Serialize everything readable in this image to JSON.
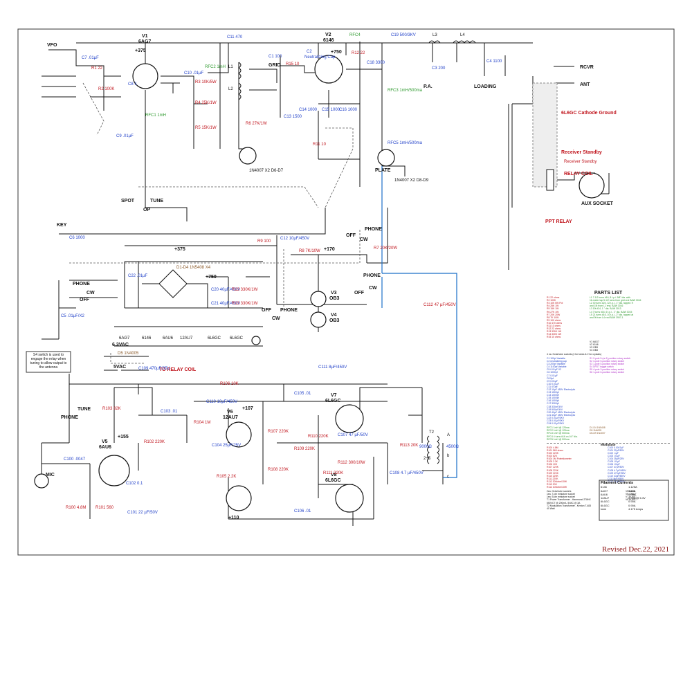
{
  "revised": "Revised Dec.22, 2021",
  "headings": {
    "vfo": "VFO",
    "key": "KEY",
    "spot": "SPOT",
    "tune": "TUNE",
    "op": "OP",
    "rcvr": "RCVR",
    "ant": "ANT",
    "loading": "LOADING",
    "pa": "P.A.",
    "relay_coil": "RELAY COIL",
    "aux_socket": "AUX SOCKET",
    "ppt_relay": "PPT RELAY",
    "to_relay_coil": "TO RELAY COIL",
    "mic": "MIC",
    "phone": "PHONE",
    "cw": "CW",
    "off": "OFF",
    "cathode_ground": "6L6GC Cathode Ground",
    "receiver_standby": "Receiver Standby",
    "grid": "GRID",
    "plate": "PLATE",
    "neutralizing": "Neutralizing Cap",
    "s4_note": "S4 switch is used to engage the relay when tuning to allow output to the antenna",
    "six_three_vac": "6.3VAC",
    "five_vac": "5VAC"
  },
  "tubes": [
    {
      "ref": "V1",
      "type": "6AG7",
      "b": "+375"
    },
    {
      "ref": "V2",
      "type": "6146",
      "b": "+750"
    },
    {
      "ref": "V3",
      "type": "OB3",
      "b": ""
    },
    {
      "ref": "V4",
      "type": "OB3",
      "b": ""
    },
    {
      "ref": "V5",
      "type": "6AU6",
      "b": "+155"
    },
    {
      "ref": "V6",
      "type": "12AU7",
      "b": "+107"
    },
    {
      "ref": "V7",
      "type": "6L6GC",
      "b": ""
    },
    {
      "ref": "V8",
      "type": "6L6GC",
      "b": ""
    }
  ],
  "rails": {
    "b375": "+375",
    "b750": "+750",
    "b170": "+170",
    "b110": "+110"
  },
  "components": {
    "c11": "C11 470",
    "c19": "C19 500/3KV",
    "rfc4": "RFC4",
    "r12": "R12 22",
    "r1": "R1 22",
    "r2": "R2 100K",
    "c7": "C7 .01µF",
    "c8": "C8 1",
    "c9": "C9 .01µF",
    "rfc1": "RFC1 1mH",
    "rfc2": "RFC2 1mH",
    "rfc3": "RFC3 1mH/500ma",
    "rfc5": "RFC5 1mH/500ma",
    "r3": "R3 10K/5W",
    "r4": "R4 25K/1W",
    "r5": "R5 15K/1W",
    "c10": "C10 .01µF",
    "r6": "R6 27K/1W",
    "r15": "R15 10",
    "r11": "R11 10",
    "c18": "C18 3300",
    "c14": "C14 1000",
    "c15": "C15 1000",
    "c16": "C16 1000",
    "c13": "C13 1500",
    "d67": "1N4007 X2 D6-D7",
    "d89": "1N4007 X2 D8-D9",
    "d14": "D1-D4 1N5408 X4",
    "d5": "D5 1N4005",
    "c22": "C22 .01µF",
    "c20": "C20 40µF/450V",
    "c21": "C21 40µF/450V",
    "r13a": "R13 330K/1W",
    "r13b": "R13 330K/1W",
    "r9": "R9 100",
    "c12": "C12 10µF/450V",
    "r8": "R8 7K/10W",
    "r7": "R7 20K/20W",
    "c6": "C6 1000",
    "c5": "C5 .01µF/X2",
    "c112": "C112 47 µF/450V",
    "c109": "C109 470µF/35V",
    "c3": "C3 200",
    "c4": "C4 1100",
    "l1": "L1",
    "l2": "L2",
    "l3": "L3",
    "l4": "L4",
    "r106": "R106 10K",
    "c110": "C110 10µF/450V",
    "c103": "C103 .01",
    "r104": "R104 1M",
    "r103": "R103 82K",
    "r102": "R102 220K",
    "r100": "R100 4.8M",
    "r101": "R101 560",
    "c100": "C100 .0047",
    "c101": "C101 22 µF/50V",
    "c102": "C102 0.1",
    "c104": "C104 25µF/25V",
    "r105": "R105 2.2K",
    "r107": "R107 220K",
    "r108": "R108 220K",
    "r109": "R109 220K",
    "r110": "R110 220K",
    "r111": "R111 220K",
    "c105": "C105 .01",
    "c106": "C106 .01",
    "c107": "C107 47 µF/50V",
    "r112": "R112 300/10W",
    "r113": "R113 20K",
    "c108": "C108 4.7 µF/450V",
    "c111": "C111 8µF/450V",
    "c1": "C1 100",
    "c2": "C2"
  },
  "parts_list": {
    "title": "PARTS LIST",
    "resistors": [
      "R1 22 ohms",
      "R2 100K",
      "R3 10K 5W Pot",
      "R4 25K 1W",
      "R5 15K 1W",
      "R6 27K 1W",
      "R7 20K 20W",
      "R8 7K 10W",
      "R9 100 ohms",
      "R10 470 ohms",
      "R11 10 ohms",
      "R12 22 ohms",
      "R13 330K 1W",
      "R14 330K 1W",
      "R15 10 ohms"
    ],
    "inductors": [
      "L1 7-1/2 turns #16, 8 t.p.i. 5/8\" dia. with",
      "16-meter tap 5-1/2 turns from grid end B&W 3016",
      "L2 40 turns #24, 32 t.p.i., 1\" dia. tapped 7t",
      "and 15t from L1 end, B&W 3016",
      "L3 19t #24, 1 \" dia. B&W 3013",
      "L4 7 turns #16, 6 t.p.i., 1\" dia. B&W 3015",
      "L5 21 turns #16, 10 t.p.i., 2\" dia. tapped at",
      "and 9t from L4 end B&W 3907-1"
    ],
    "tubes": [
      "V1 6AG7",
      "V2 6146",
      "V3 OB3",
      "V4 OB3"
    ],
    "sockets": "4 ea. Octal tube sockets (4 for tubes & 2 for crystals)",
    "caps": [
      "C1 100pf Variable",
      "C2 neutralizing cap",
      "C3 200pf Variable",
      "C4 1100pf Variable",
      "C5 0.01µF X2",
      "C6 1000pf",
      "C7 0.01µF",
      "C8 5pf",
      "C9 0.01µF",
      "C10 0.01µF",
      "C11 470pf",
      "C12 10µF 450V Electrolytic",
      "C13 1500pf",
      "C14 1000pf",
      "C15 1000pf",
      "C16 1000pf",
      "C17 3300pf",
      "C18 330pf 3KV",
      "C19 500pf 3KV",
      "C20 40µF 450V Electrolytic",
      "C21 40µF 450V Electrolytic",
      "C22 0.01µF/3KV",
      "C23 0.01µF/3KV",
      "C24 0.01µF/3KV"
    ],
    "switches": [
      "S1 2-pole 5-(or 6) position rotary switch",
      "S2 3-pole 5-position rotary switch",
      "S3 1-pole 5-position rotary switch",
      "S4 DPDT toggle switch",
      "S5 4-pole 3-position rotary switch",
      "S6 1-pole 6-position rotary switch"
    ],
    "rfcs": [
      "RFC1 1mH @ 125ma",
      "RFC2 1mH @ 125ma",
      "RFC3 1mH @ 500ma",
      "RFC4 4 turns #16 on 1/4\" dia.",
      "RFC5 1mH @ 500ma"
    ],
    "diodes": [
      "D1-D4 1N5408",
      "D5 1N4005",
      "D6-D9 1N4007"
    ],
    "modulator_title": "Modulator",
    "mod_a": [
      "R100 4.8M",
      "R101 560 ohms",
      "R102 220K",
      "R103 82K",
      "R104 1M Potentiometer",
      "R105 2.2K",
      "R106 10K",
      "R107 220K",
      "R108 220K",
      "R109 220K",
      "R110 220K",
      "R111 220K",
      "R112 300ohm/10W",
      "R113 20K",
      "R114 100ohm/10W"
    ],
    "mod_b": [
      "C100 0.0047µF",
      "C101 22µF/50V",
      "C102 .1µF",
      "C103 .01µF",
      "C104 25µF/25V",
      "C105 .01µF",
      "C106 .01µF",
      "C107 47µF/50V",
      "C108 4.7µF/450V",
      "C109 470µF/35V",
      "C110 10µF/450V",
      "C111 8µF/450V",
      "C112 47µF/450V"
    ],
    "mod_tubes": [
      "V5 6AU6",
      "V6 12AU7",
      "V7 6L6GC",
      "V8 6L6GC"
    ],
    "mod_misc": [
      "2ea. Octal tube sockets",
      "1ea. 7-pin miniature socket",
      "1ea. 9-pin miniature socket",
      "T1 Power Transformer - Hammond 278HX",
      "550VCT @ 200mA, 5VAC @ 3A",
      "T2 Modulation Transformer - Kenton T-483",
      "40 Watt"
    ]
  },
  "filament": {
    "title": "Filament Currents",
    "rows": [
      [
        "6146",
        "1.125A"
      ],
      [
        "6AG7",
        "0.65A"
      ],
      [
        "6AU6",
        "0.30A"
      ],
      [
        "12AU7",
        "0.30A @ 6.3V"
      ],
      [
        "6L6GC",
        "0.90A"
      ],
      [
        "6L6GC",
        "0.90A"
      ],
      [
        "total",
        "4.175 Amps"
      ]
    ]
  },
  "transformer": {
    "pri": "9000Ω",
    "sec": "4500Ω",
    "ct": "2+5",
    "t2": "T2",
    "a": "A",
    "b": "b",
    "c": "c"
  },
  "heater_strip": [
    "6AG7",
    "6146",
    "6AU6",
    "12AU7",
    "6L6GC",
    "6L6GC"
  ]
}
